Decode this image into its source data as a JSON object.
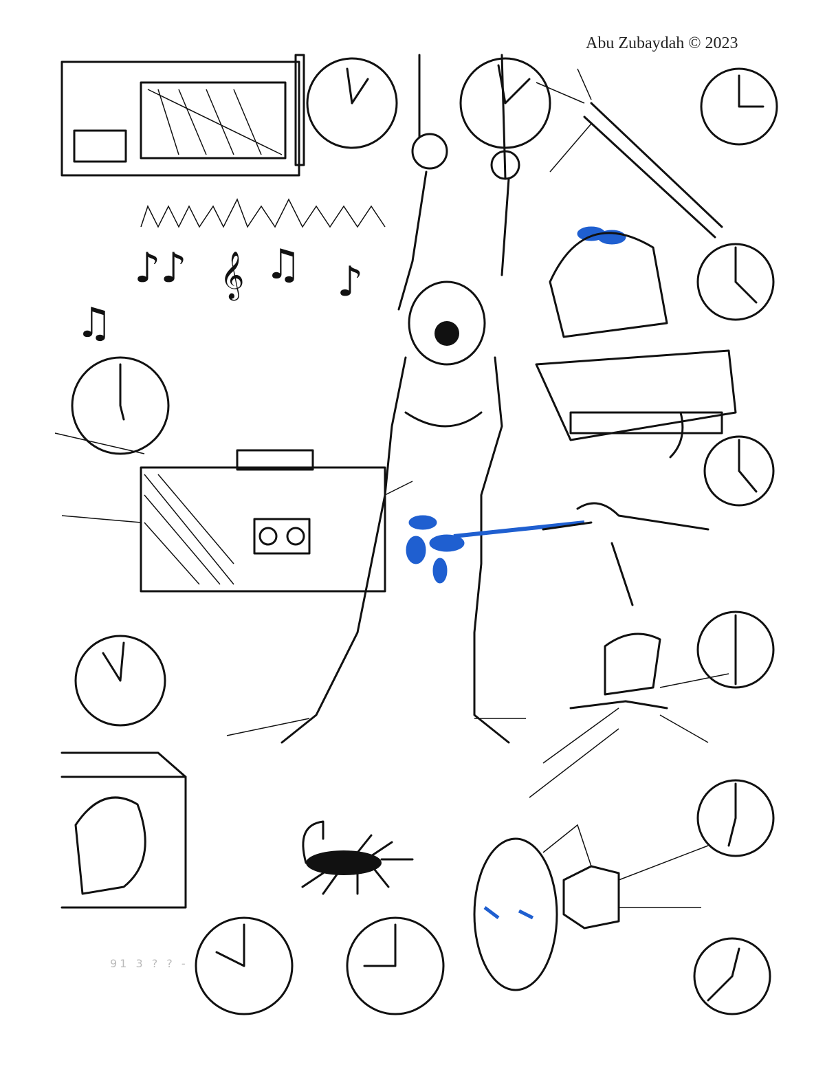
{
  "caption": "Abu Zubaydah © 2023",
  "faint_marks": "91 3 ? ? -",
  "illustration": {
    "subject": "hand-drawn ink illustration",
    "elements": [
      "suspended-figure-chained",
      "boombox-loud-music",
      "music-notes",
      "clocks",
      "water-hose",
      "figure-on-box-with-water",
      "slap-to-face",
      "punch-to-face",
      "scorpion",
      "confinement-box",
      "stereo-equipment",
      "baton-strike"
    ],
    "accent_color": "#1f5fd0",
    "ink_color": "#111111"
  }
}
